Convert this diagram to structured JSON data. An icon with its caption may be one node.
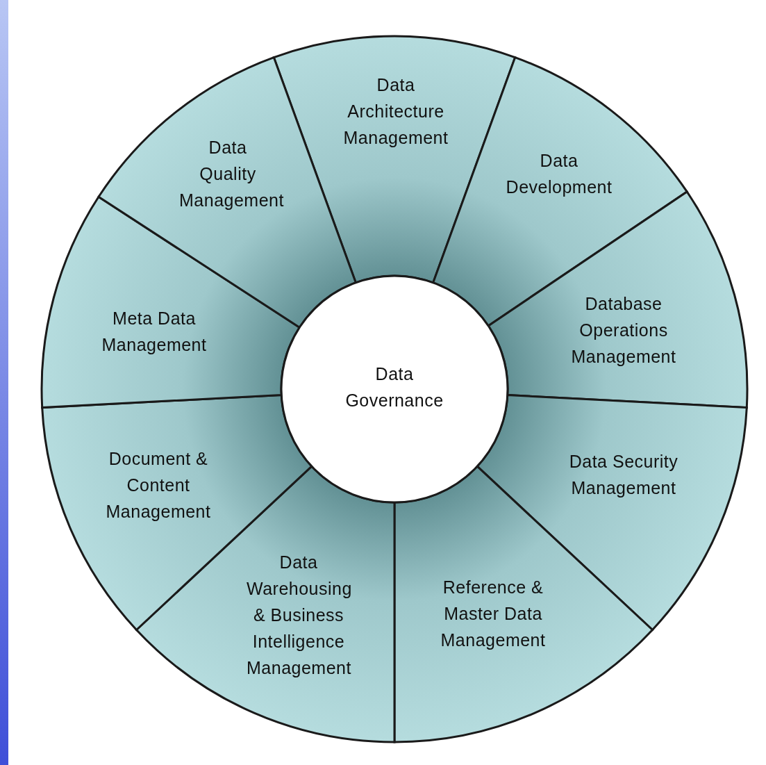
{
  "diagram": {
    "nodes": [
      {
        "text": [
          "Data Architecture Management"
        ]
      },
      {
        "text": [
          "Data Development"
        ]
      },
      {
        "text": [
          "Database Operations Management"
        ]
      },
      {
        "text": [
          "Data Security Management"
        ]
      },
      {
        "text": [
          "Reference & Master Data Management"
        ]
      },
      {
        "text": [
          "Data Warehousing & Business Intelligence Management"
        ]
      },
      {
        "text": [
          "Document & Content Management"
        ]
      },
      {
        "text": [
          "Meta Data Management"
        ]
      },
      {
        "text": [
          "Data Quality Management"
        ]
      },
      {
        "text": [
          "Data Governance"
        ]
      }
    ]
  }
}
